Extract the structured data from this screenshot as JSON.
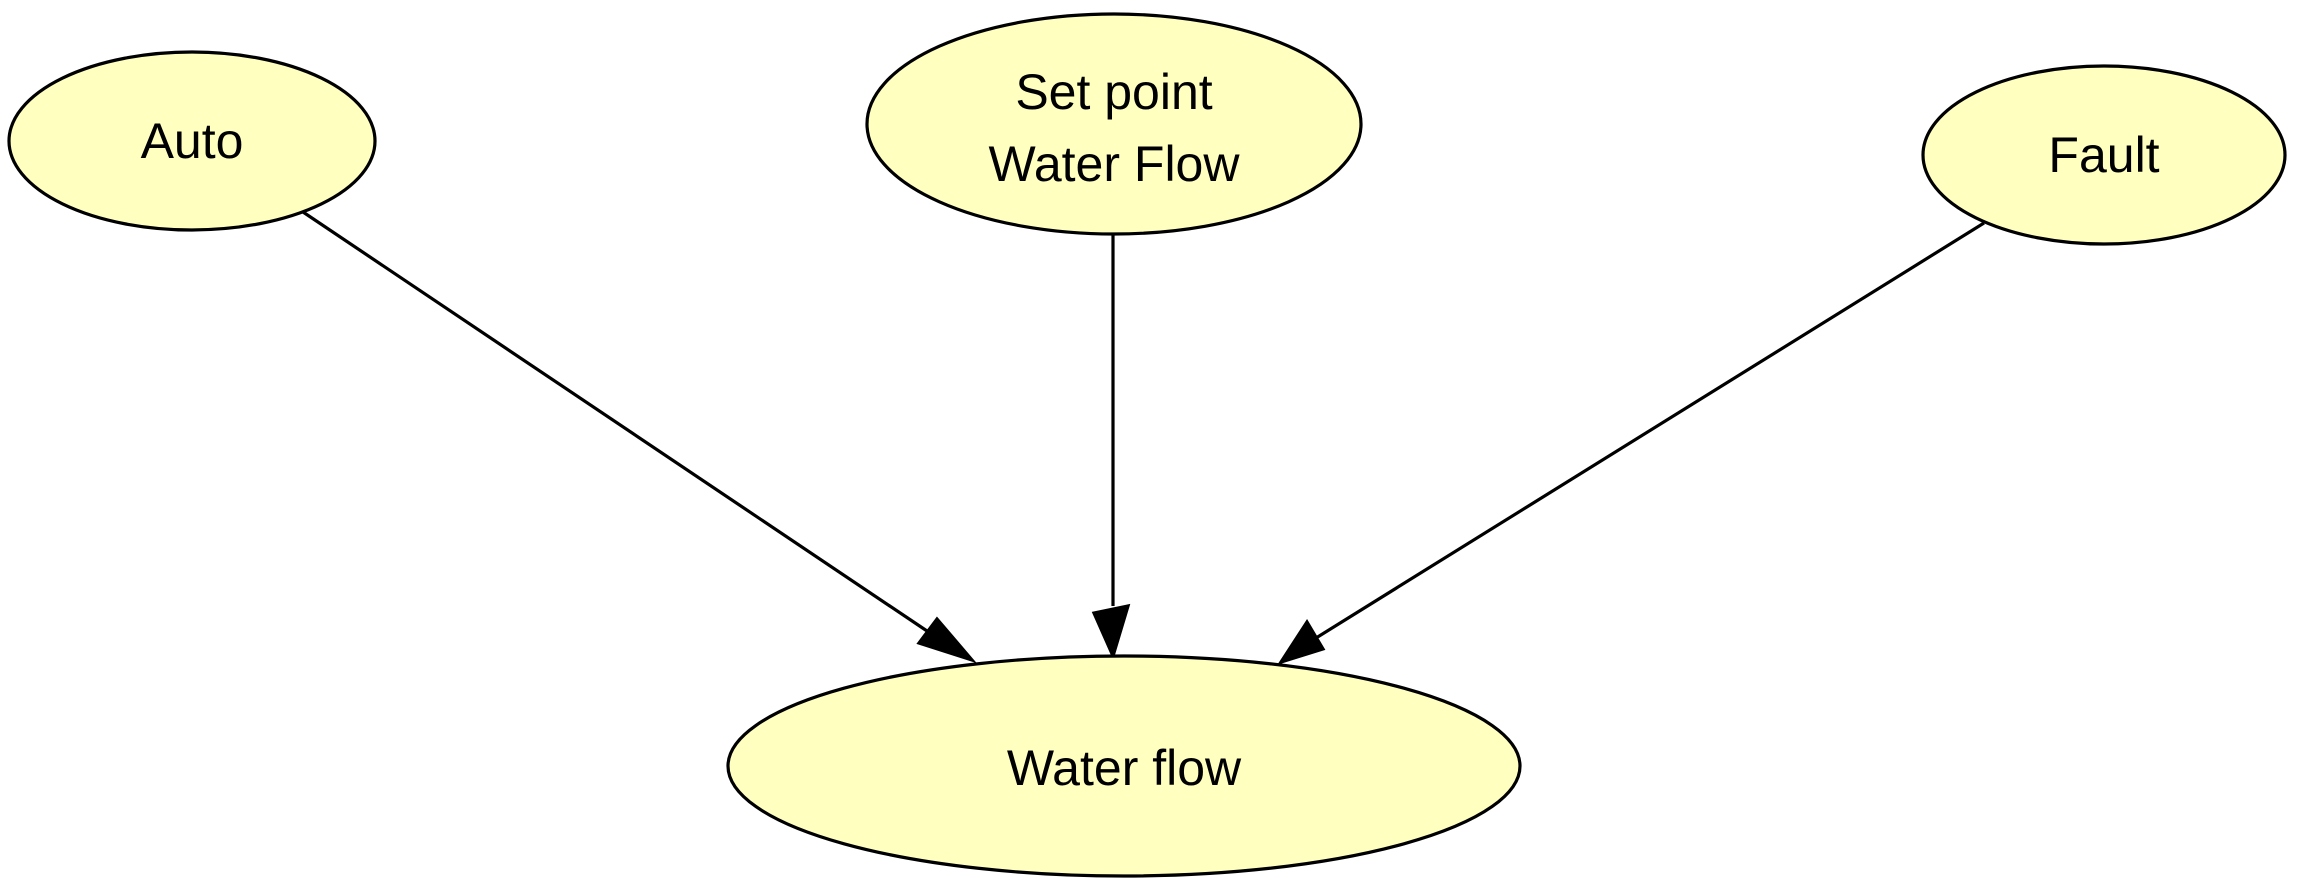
{
  "diagram": {
    "node_fill": "#ffffc0",
    "stroke_color": "#000000",
    "nodes": {
      "auto": {
        "label": "Auto"
      },
      "setpoint": {
        "line1": "Set point",
        "line2": "Water Flow"
      },
      "fault": {
        "label": "Fault"
      },
      "waterflow": {
        "label": "Water flow"
      }
    },
    "edges": [
      {
        "from": "Auto",
        "to": "Water flow"
      },
      {
        "from": "Set point Water Flow",
        "to": "Water flow"
      },
      {
        "from": "Fault",
        "to": "Water flow"
      }
    ]
  }
}
